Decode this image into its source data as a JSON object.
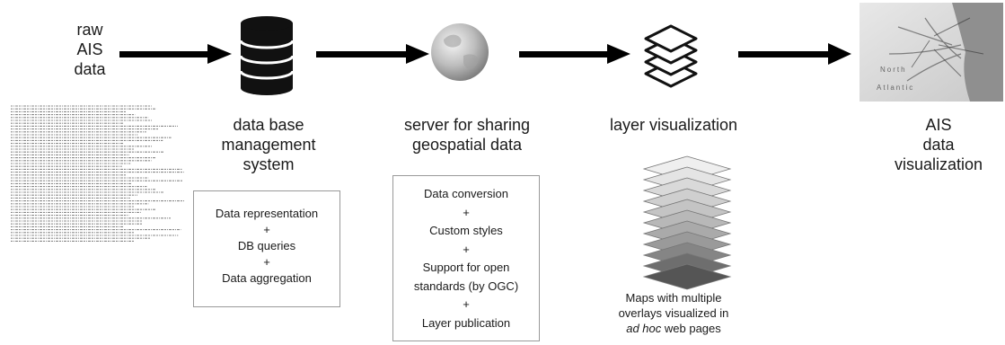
{
  "raw_label": [
    "raw",
    "AIS",
    "data"
  ],
  "stages": [
    {
      "icon": "database-icon",
      "label": [
        "data base",
        "management",
        "system"
      ]
    },
    {
      "icon": "globe-icon",
      "label": [
        "server for sharing",
        "geospatial data"
      ]
    },
    {
      "icon": "layers-icon",
      "label": [
        "layer visualization"
      ]
    },
    {
      "icon": "map-thumbnail",
      "label": [
        "AIS",
        "data",
        "visualization"
      ]
    }
  ],
  "db_box": [
    "Data representation",
    "+",
    "DB queries",
    "+",
    "Data aggregation"
  ],
  "server_box": [
    "Data conversion",
    "+",
    "Custom styles",
    "+",
    "Support for open",
    "standards (by OGC)",
    "+",
    "Layer publication"
  ],
  "layers_caption": [
    "Maps with multiple",
    "overlays visualized in",
    "ad hoc",
    " web pages"
  ],
  "map_text": [
    "North",
    "Atlantic"
  ],
  "colors": {
    "arrow": "#000000",
    "box_border": "#999999",
    "text": "#1a1a1a"
  }
}
